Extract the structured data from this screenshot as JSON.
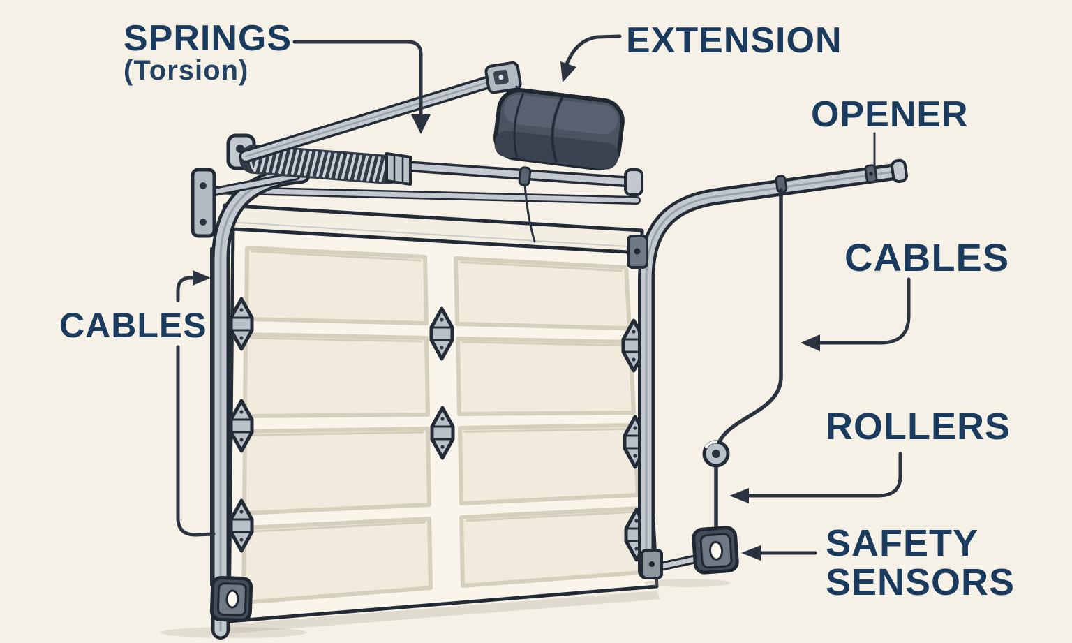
{
  "meta": {
    "title": "Garage Door Components Diagram"
  },
  "colors": {
    "background": "#f5f1e6",
    "label_navy": "#1a3a5e",
    "leader_line": "#2b3340",
    "illustration_outline": "#232b37",
    "metal_light": "#c3c9cf",
    "metal_mid": "#9aa2ab",
    "dark_component": "#4a5360",
    "door_white": "#f9f5ea",
    "panel_fill": "#f0ebdd"
  },
  "labels": {
    "springs": {
      "title": "SPRINGS",
      "subtitle": "(Torsion)"
    },
    "extension": {
      "title": "EXTENSION"
    },
    "opener": {
      "title": "OPENER"
    },
    "cables_right": {
      "title": "CABLES"
    },
    "cables_left": {
      "title": "CABLES"
    },
    "rollers": {
      "title": "ROLLERS"
    },
    "safety_sensors": {
      "title_line1": "SAFETY",
      "title_line2": "SENSORS"
    }
  },
  "parts": [
    "torsion-spring",
    "torsion-bar",
    "opener-rail",
    "opener-unit",
    "garage-door",
    "door-hinge",
    "left-track",
    "right-track",
    "lift-cable",
    "roller",
    "safety-sensor",
    "wall-bracket",
    "header-beam"
  ]
}
